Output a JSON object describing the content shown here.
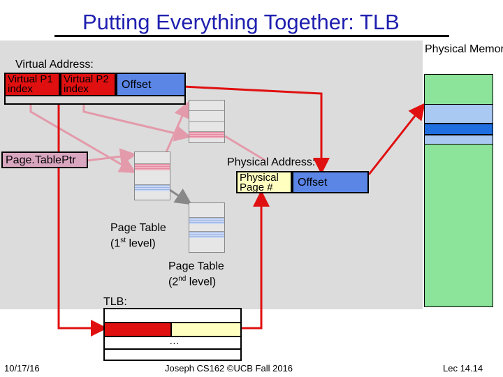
{
  "title": "Putting Everything Together: TLB",
  "virtual_address": {
    "label": "Virtual Address:",
    "p1": "Virtual P1 index",
    "p2": "Virtual P2 index",
    "offset": "Offset"
  },
  "page_table_ptr": "Page.TablePtr",
  "physical_address": {
    "label": "Physical Address:",
    "page": "Physical Page #",
    "offset": "Offset"
  },
  "physical_memory": {
    "label": "Physical Memory:"
  },
  "page_table_1": {
    "text": "Page Table",
    "level": "(1",
    "sup": "st",
    "tail": " level)"
  },
  "page_table_2": {
    "text": "Page Table",
    "level": "(2",
    "sup": "nd",
    "tail": " level)"
  },
  "tlb": {
    "label": "TLB:",
    "ellipsis": "…"
  },
  "footer": {
    "date": "10/17/16",
    "course": "Joseph CS162 ©UCB Fall 2016",
    "slide": "Lec 14.14"
  },
  "colors": {
    "title": "#1f1fb0",
    "index_box": "#e01010",
    "offset_box": "#5b86e6",
    "memory": "#8ce39a",
    "tlb_entry": "#ffffc0"
  }
}
